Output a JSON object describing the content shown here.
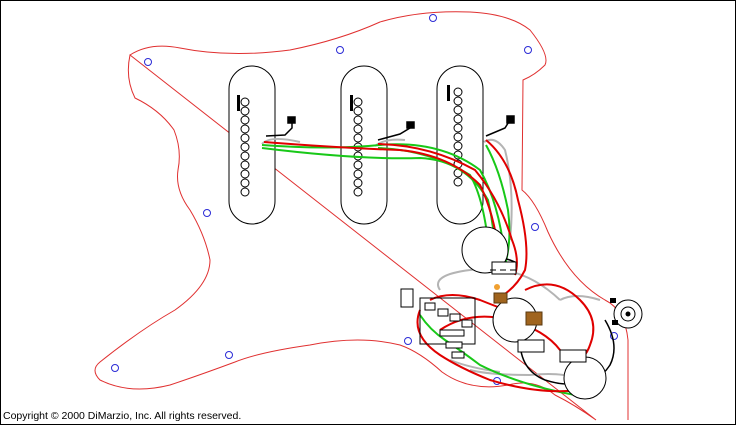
{
  "copyright": "Copyright © 2000 DiMarzio, Inc.  All rights reserved.",
  "colors": {
    "pickguard_outline": "#e03030",
    "screw_holes": "#2b2bd6",
    "wire_red": "#e00000",
    "wire_green": "#18c818",
    "wire_black": "#000000",
    "wire_gray": "#b4b4b4",
    "capacitor": "#a0641e"
  },
  "diagram": {
    "pickups": [
      "neck-pickup",
      "middle-pickup",
      "bridge-pickup"
    ],
    "pots": [
      "volume-pot",
      "tone-pot-1",
      "tone-pot-2"
    ],
    "switch": "five-way-switch",
    "jack": "output-jack"
  }
}
